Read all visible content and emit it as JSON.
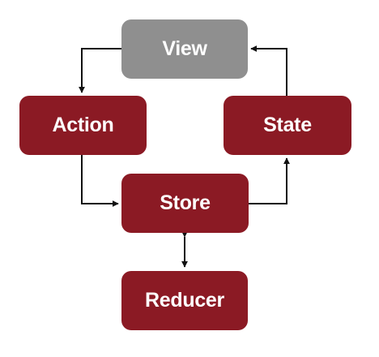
{
  "nodes": {
    "view": "View",
    "action": "Action",
    "state": "State",
    "store": "Store",
    "reducer": "Reducer"
  },
  "colors": {
    "primary_node": "#8b1a24",
    "view_node": "#8f8f8f",
    "arrow": "#111111",
    "background": "#ffffff"
  }
}
